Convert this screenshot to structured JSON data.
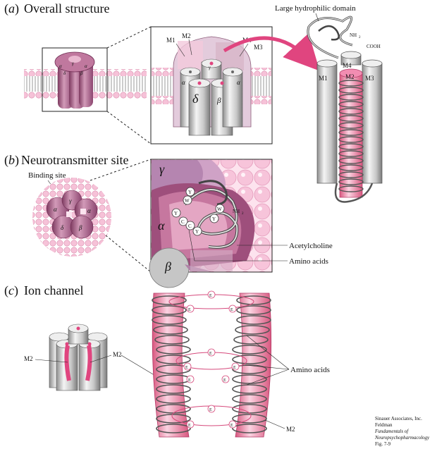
{
  "panels": {
    "a": {
      "letter": "a",
      "title": "Overall structure"
    },
    "b": {
      "letter": "b",
      "title": "Neurotransmitter site"
    },
    "c": {
      "letter": "c",
      "title": "Ion channel"
    }
  },
  "labels": {
    "large_domain": "Large hydrophilic domain",
    "nh2": "NH",
    "nh2_sub": "2",
    "cooh": "COOH",
    "m1": "M1",
    "m2": "M2",
    "m3": "M3",
    "m4": "M4",
    "binding_site": "Binding site",
    "acetylcholine": "Acetylcholine",
    "amino_acids_b": "Amino acids",
    "amino_acids_c": "Amino acids",
    "m2_left": "M2",
    "m2_right": "M2",
    "m2_channel": "M2"
  },
  "greek": {
    "alpha": "α",
    "beta": "β",
    "gamma": "γ",
    "delta": "δ"
  },
  "residues": {
    "Y": "Y",
    "W": "W",
    "C": "C",
    "E": "E"
  },
  "credit": {
    "line1": "Sinauer Associates, Inc.",
    "line2": "Feldman",
    "line3": "Fundamentals of",
    "line4": "Neuropsychopharmacology",
    "line5": "Fig. 7-9"
  },
  "colors": {
    "membrane_pink": "#f3b9d3",
    "subunit_mauve": "#b06a90",
    "helix_gray": "#bdbdbd",
    "accent_pink": "#e0457f"
  }
}
